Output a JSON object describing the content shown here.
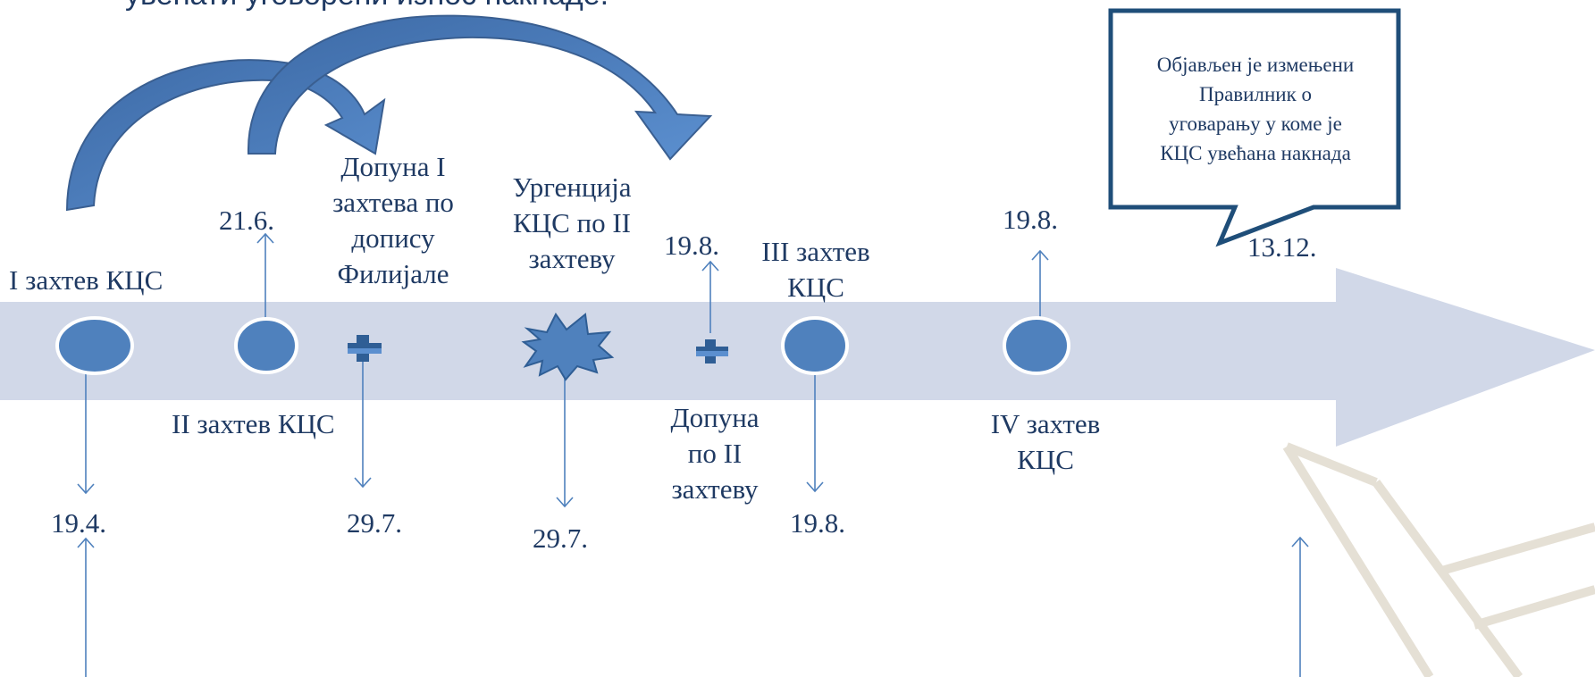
{
  "heading": "увећати уговорени износ накнаде.",
  "callout": {
    "text": "Објављен је измењени\nПравилник о\nуговарању у коме је\nКЦС увећана накнада"
  },
  "labels": {
    "request1": "I захтев КЦС",
    "date_19_4": "19.4.",
    "date_21_6": "21.6.",
    "request2": "II захтев КЦС",
    "supplement1": "Допуна I\nзахтева по\nдопису\nФилијале",
    "date_29_7_a": "29.7.",
    "urgency": "Ургенција\nКЦС по II\nзахтеву",
    "date_29_7_b": "29.7.",
    "date_19_8_a": "19.8.",
    "supplement2": "Допуна\nпо II\nзахтеву",
    "request3": "III захтев\nКЦС",
    "date_19_8_b": "19.8.",
    "date_19_8_c": "19.8.",
    "request4": "IV захтев\nКЦС",
    "date_13_12": "13.12."
  },
  "colors": {
    "band": "#d1d8e8",
    "node": "#4f81bd",
    "node_stroke": "#ffffff",
    "curved_arrow": "#4a79b5",
    "line": "#4f81bd",
    "callout_border": "#1f4e79",
    "text": "#1f3a63",
    "watermark": "#e3ddd1"
  }
}
